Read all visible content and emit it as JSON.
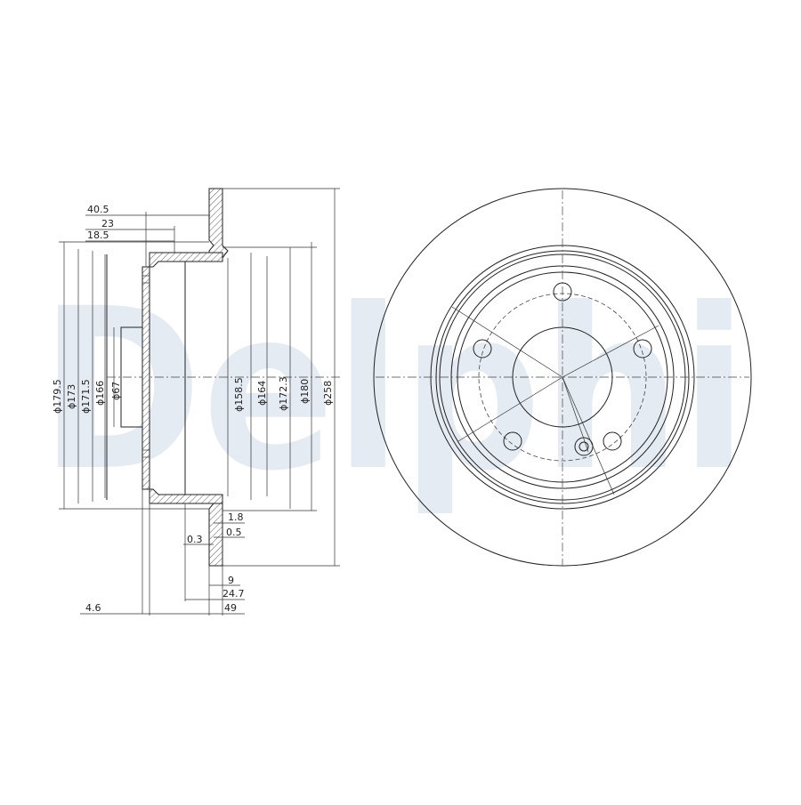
{
  "brand": {
    "watermark": "Delphi",
    "watermark_color": "#e4ebf3"
  },
  "drawing": {
    "line_color": "#222222",
    "side_view": {
      "dimensions": {
        "d_179_5": "ϕ179.5",
        "d_173": "ϕ173",
        "d_171_5": "ϕ171.5",
        "d_166": "ϕ166",
        "d_67": "ϕ67",
        "d_158_5": "ϕ158.5",
        "d_164": "ϕ164",
        "d_172_3": "ϕ172.3",
        "d_180": "ϕ180",
        "d_258": "ϕ258",
        "w_40_5": "40.5",
        "w_23": "23",
        "w_18_5": "18.5",
        "w_1_8": "1.8",
        "w_0_5": "0.5",
        "w_0_3": "0.3",
        "w_9": "9",
        "w_24_7": "24.7",
        "w_49": "49",
        "w_4_6": "4.6"
      }
    },
    "front_view": {
      "bolt_holes": 5
    }
  }
}
